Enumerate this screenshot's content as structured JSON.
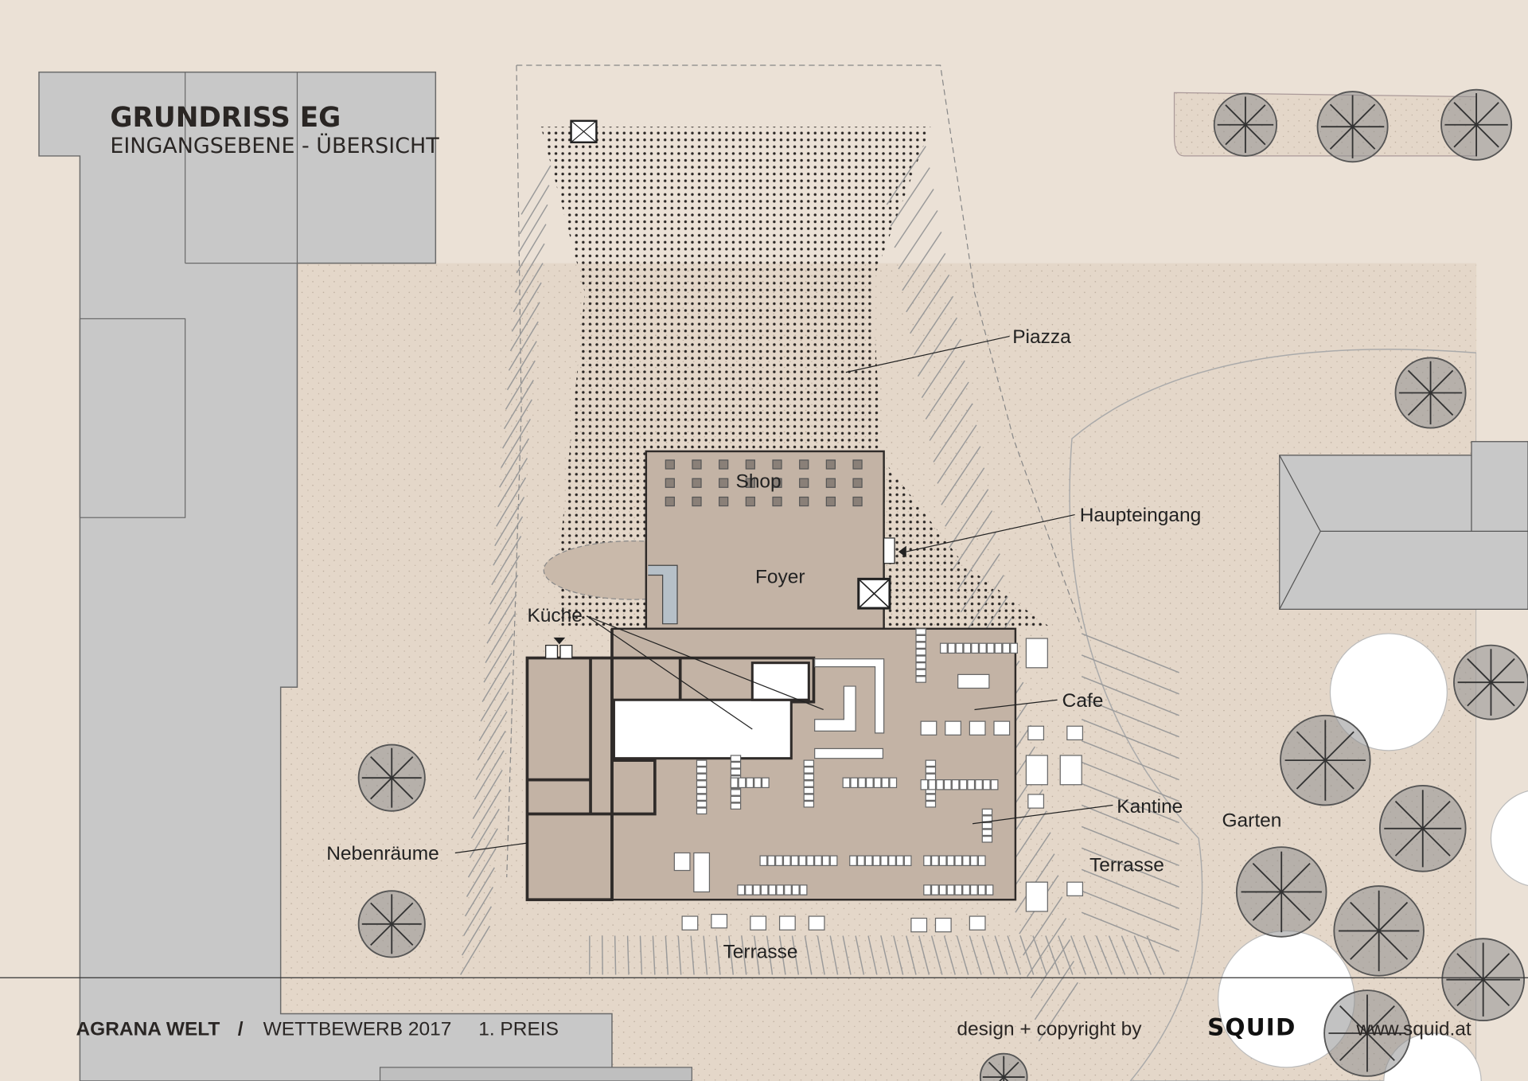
{
  "header": {
    "title": "GRUNDRISS EG",
    "subtitle": "EINGANGSEBENE - ÜBERSICHT"
  },
  "labels": {
    "piazza": "Piazza",
    "haupteingang": "Haupteingang",
    "shop": "Shop",
    "foyer": "Foyer",
    "kueche": "Küche",
    "cafe": "Cafe",
    "kantine": "Kantine",
    "terrasse_east": "Terrasse",
    "terrasse_south": "Terrasse",
    "garten": "Garten",
    "nebenraeume": "Nebenräume"
  },
  "footer": {
    "project": "AGRANA WELT",
    "separator": "/",
    "competition": "WETTBEWERB 2017",
    "award": "1. PREIS",
    "credit": "design + copyright by",
    "brand": "SQUID",
    "url": "www.squid.at"
  },
  "colors": {
    "background": "#ebe1d6",
    "neighbor_buildings": "#c8c8c8",
    "building_fill": "#c3b3a5",
    "wall": "#2f2b29",
    "paving": "#e3d7ca"
  }
}
